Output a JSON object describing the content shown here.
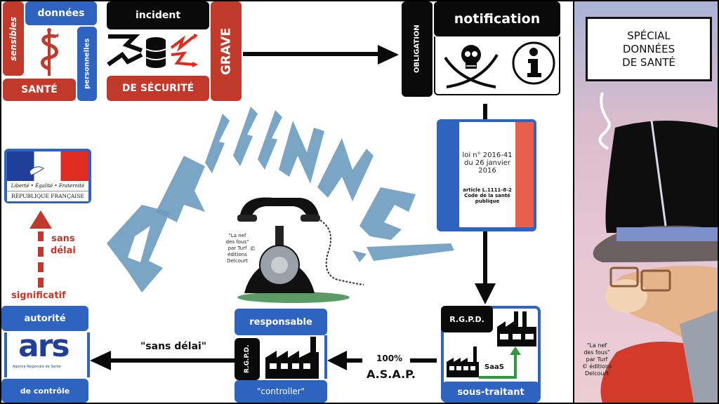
{
  "health_data_block": {
    "top_label": "données",
    "left_label": "sensibles",
    "right_label": "personnelles",
    "bottom_label": "SANTÉ",
    "icon": "caduceus-icon"
  },
  "incident_block": {
    "top_label": "incident",
    "bottom_label": "DE SÉCURITÉ",
    "side_label": "GRAVE",
    "icon": "database-attack-icon"
  },
  "notification_block": {
    "side_label": "OBLIGATION",
    "title": "notification",
    "icons": [
      "pirate-skull-icon",
      "info-icon"
    ]
  },
  "law_block": {
    "law_ref": "loi n° 2016-41 du 26 janvier 2016",
    "article": "article L.1111-8-2 Code de la santé publique",
    "colors": {
      "blue": "#2e63c0",
      "white": "#ffffff",
      "red": "#e8604c"
    }
  },
  "republique_logo": {
    "motto": "Liberté • Égalité • Fraternité",
    "name": "RÉPUBLIQUE FRANÇAISE"
  },
  "up_arrow": {
    "label_top": "sans",
    "label_bottom": "délai",
    "label_condition": "significatif"
  },
  "authority_block": {
    "top_label": "autorité",
    "logo_text": "ars",
    "logo_subtitle": "Agence Régionale de Santé",
    "bottom_label": "de contrôle"
  },
  "left_arrow": {
    "label": "\"sans délai\""
  },
  "controller_block": {
    "top_label": "responsable",
    "side_label": "R.G.P.D.",
    "bottom_label": "\"controller\"",
    "icon": "factory-icon"
  },
  "middle_arrow": {
    "percent": "100%",
    "label": "A.S.A.P."
  },
  "processor_block": {
    "tag": "R.G.P.D.",
    "saas_label": "SaaS",
    "bottom_label": "sous-traitant",
    "icons": [
      "factory-small-icon",
      "factory-large-icon"
    ]
  },
  "onomatopoeia": "DRIIIINNG!",
  "phone_credit": [
    "\"La nef",
    "des fous\"",
    "par Turf",
    "©",
    "éditions",
    "Delcourt"
  ],
  "comic_panel": {
    "speech": [
      "SPÉCIAL",
      "DONNÉES",
      "DE SANTÉ"
    ],
    "credit": [
      "\"La nef",
      "des fous\"",
      "par Turf",
      "© éditions",
      "Delcourt"
    ]
  }
}
